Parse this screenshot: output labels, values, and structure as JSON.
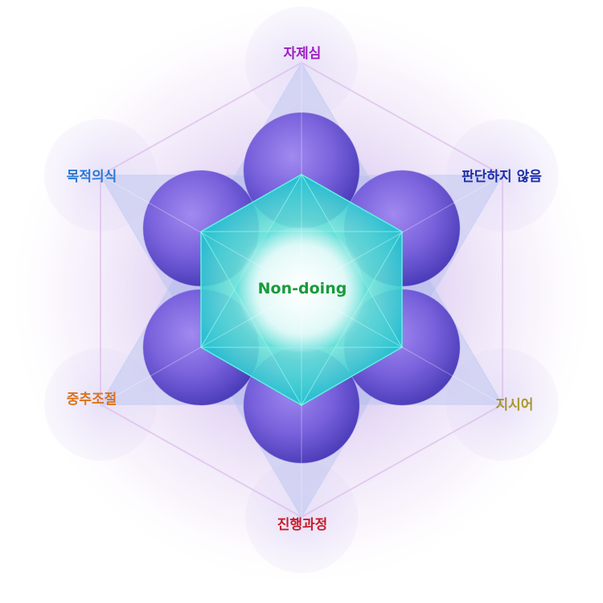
{
  "diagram": {
    "center_label": "Non-doing",
    "center_color": "#1a9a3c",
    "labels": [
      {
        "id": "top",
        "text": "자제심",
        "color": "#9b1fc1"
      },
      {
        "id": "upper-right",
        "text": "판단하지 않음",
        "color": "#1c2fa8"
      },
      {
        "id": "lower-right",
        "text": "지시어",
        "color": "#a8962c"
      },
      {
        "id": "bottom",
        "text": "진행과정",
        "color": "#c81c2a"
      },
      {
        "id": "lower-left",
        "text": "중추조절",
        "color": "#d9731c"
      },
      {
        "id": "upper-left",
        "text": "목적의식",
        "color": "#2b78d4"
      }
    ],
    "colors": {
      "sphere": "#6a4fd8",
      "sphere_dark": "#3a2ab0",
      "hexagon": "#2fd6d0",
      "glow_outer": "#c9a6e6",
      "star": "#b7c4ee"
    }
  }
}
